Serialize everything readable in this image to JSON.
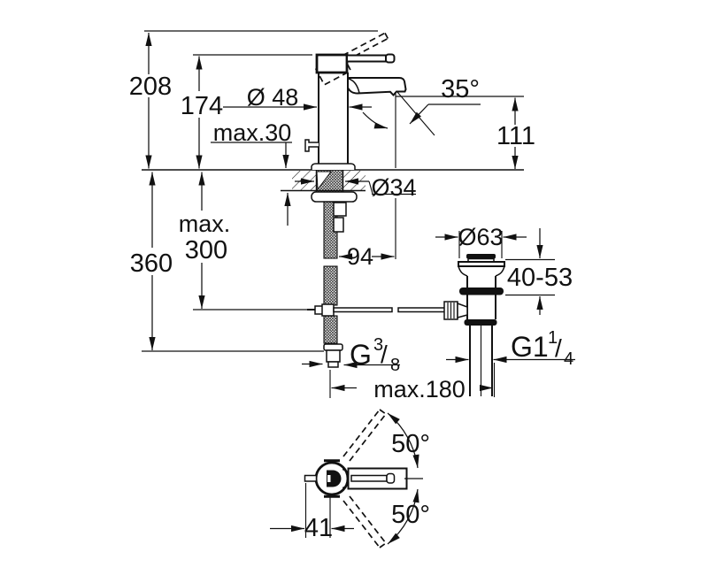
{
  "drawing": {
    "kind": "technical dimension drawing",
    "subject": "single-lever basin mixer with pop-up waste, front view and plan view",
    "line_color": "#111111",
    "background": "#ffffff"
  },
  "labels": {
    "height_total": "208",
    "height_body": "174",
    "body_diameter": "Ø 48",
    "deck_max_thickness": "max.30",
    "spout_angle": "35°",
    "spout_height": "111",
    "hole_diameter": "Ø34",
    "hose_max_word": "max.",
    "hose_max_value": "300",
    "hose_length": "360",
    "projection": "94",
    "waste_flange_diameter": "Ø63",
    "waste_adjust_range": "40-53",
    "rod_max_length": "max.180",
    "supply_thread": {
      "base": "G",
      "sup": "3",
      "slash": "/",
      "sub": "8"
    },
    "waste_thread": {
      "base": "G1",
      "sup": "1",
      "slash": "/",
      "sub": "4"
    },
    "swing_angle_upper": "50°",
    "swing_angle_lower": "50°",
    "handle_offset": "41"
  }
}
